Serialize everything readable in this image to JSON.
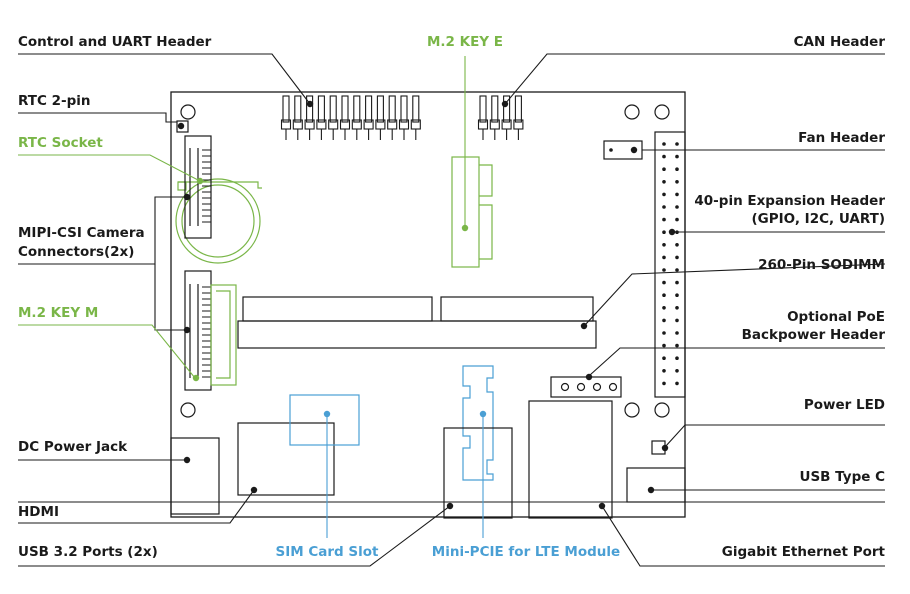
{
  "colors": {
    "line": "#1a1a1a",
    "green": "#7ab648",
    "blue": "#4a9fd4"
  },
  "labels": {
    "control_uart_header": "Control and UART Header",
    "m2_key_e": "M.2 KEY E",
    "can_header": "CAN Header",
    "rtc_2pin": "RTC 2-pin",
    "rtc_socket": "RTC Socket",
    "fan_header": "Fan Header",
    "expansion_header_line1": "40-pin Expansion Header",
    "expansion_header_line2": "(GPIO, I2C, UART)",
    "mipi_csi_line1": "MIPI-CSI Camera",
    "mipi_csi_line2": "Connectors(2x)",
    "sodimm": "260-Pin SODIMM",
    "m2_key_m": "M.2 KEY M",
    "poe_line1": "Optional PoE",
    "poe_line2": "Backpower Header",
    "power_led": "Power LED",
    "dc_power_jack": "DC Power Jack",
    "usb_type_c": "USB Type C",
    "hdmi": "HDMI",
    "usb32_ports": "USB 3.2 Ports (2x)",
    "sim_card_slot": "SIM Card Slot",
    "mini_pcie": "Mini-PCIE for LTE Module",
    "gigabit_ethernet": "Gigabit Ethernet Port"
  }
}
